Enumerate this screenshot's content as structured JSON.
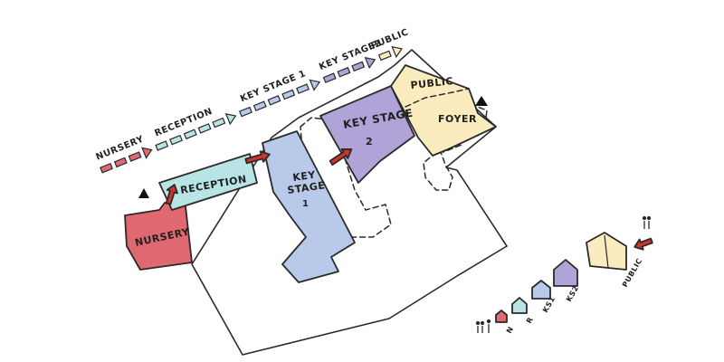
{
  "colors": {
    "nursery": "#e06870",
    "reception": "#b9e4e6",
    "key_stage_1": "#b9c9e9",
    "key_stage_2": "#b0a3d8",
    "public": "#fbecc0",
    "stipple": "#e9e6dc",
    "arrow_red": "#d2342c"
  },
  "progression": {
    "nursery": "NURSERY",
    "reception": "RECEPTION",
    "key_stage_1": "KEY STAGE 1",
    "key_stage_2": "KEY STAGE2",
    "public": "PUBLIC"
  },
  "zones": {
    "nursery": "NURSERY",
    "reception": "RECEPTION",
    "ks1_line1": "KEY",
    "ks1_line2": "STAGE",
    "ks1_line3": "1",
    "ks2_line1": "KEY STAGE",
    "ks2_line2": "2",
    "public": "PUBLIC",
    "foyer": "FOYER"
  },
  "scale_key": {
    "n": "N",
    "r": "R",
    "ks1": "KS1",
    "ks2": "KS2",
    "public": "PUBLIC"
  },
  "icons": [
    "entrance-triangle-icon",
    "people-icon",
    "entry-arrow-icon",
    "house-icon"
  ]
}
